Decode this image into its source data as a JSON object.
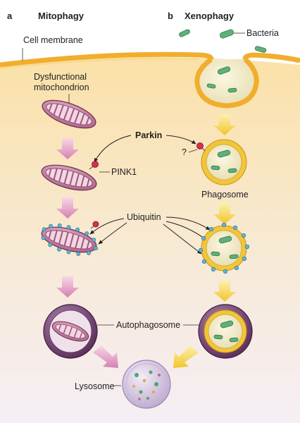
{
  "panels": {
    "a": {
      "letter": "a",
      "title": "Mitophagy"
    },
    "b": {
      "letter": "b",
      "title": "Xenophagy"
    }
  },
  "labels": {
    "cell_membrane": "Cell membrane",
    "bacteria": "Bacteria",
    "dysfunctional_line1": "Dysfunctional",
    "dysfunctional_line2": "mitochondrion",
    "parkin": "Parkin",
    "question": "?",
    "pink1": "PINK1",
    "phagosome": "Phagosome",
    "ubiquitin": "Ubiquitin",
    "autophagosome": "Autophagosome",
    "lysosome": "Lysosome"
  },
  "colors": {
    "cytoplasm_top": "#fbe2ad",
    "cytoplasm_bottom": "#f6f0f4",
    "membrane": "#f2b23a",
    "mito_fill": "#c88aa8",
    "mito_cristae": "#f3dbe6",
    "mito_outline": "#6b3050",
    "pink_arrow": "#e6a3c8",
    "yellow_arrow": "#f7d65a",
    "ubiquitin_dot": "#5fb7d6",
    "bacteria": "#4fa56a",
    "phagosome_ring": "#f2c53a",
    "autophagosome_outer": "#7a4a78",
    "lysosome": "#d7c8e2"
  }
}
